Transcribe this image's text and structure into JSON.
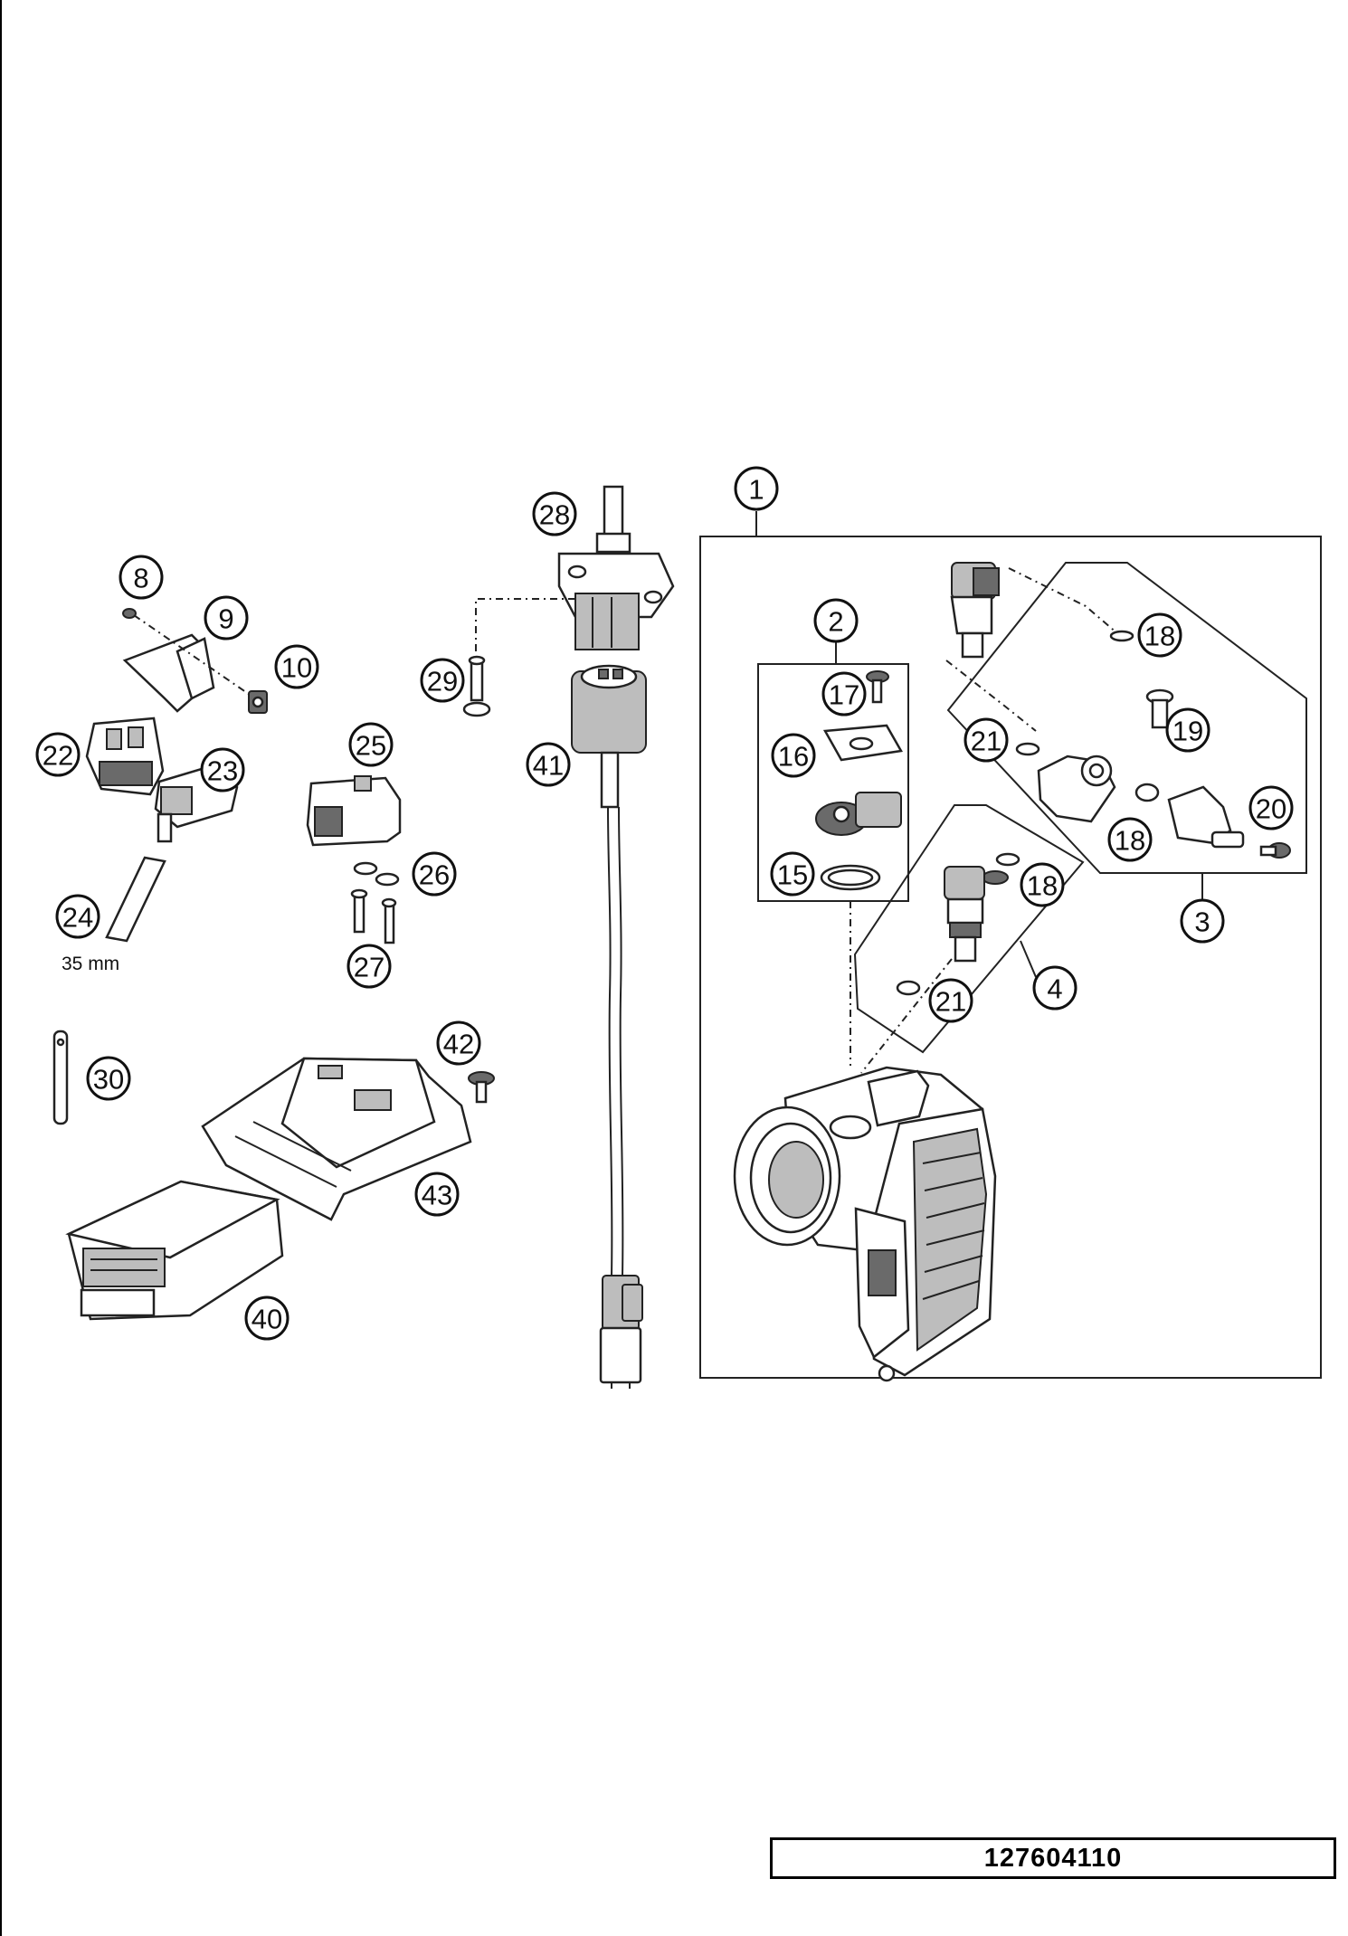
{
  "callouts": [
    {
      "label": "1"
    },
    {
      "label": "2"
    },
    {
      "label": "3"
    },
    {
      "label": "4"
    },
    {
      "label": "8"
    },
    {
      "label": "9"
    },
    {
      "label": "10"
    },
    {
      "label": "15"
    },
    {
      "label": "16"
    },
    {
      "label": "17"
    },
    {
      "label": "18"
    },
    {
      "label": "18"
    },
    {
      "label": "18"
    },
    {
      "label": "19"
    },
    {
      "label": "20"
    },
    {
      "label": "21"
    },
    {
      "label": "21"
    },
    {
      "label": "22"
    },
    {
      "label": "23"
    },
    {
      "label": "24"
    },
    {
      "label": "25"
    },
    {
      "label": "26"
    },
    {
      "label": "27"
    },
    {
      "label": "28"
    },
    {
      "label": "29"
    },
    {
      "label": "30"
    },
    {
      "label": "40"
    },
    {
      "label": "41"
    },
    {
      "label": "42"
    },
    {
      "label": "43"
    }
  ],
  "dimension_label": "35 mm",
  "drawing_code": "127604110"
}
